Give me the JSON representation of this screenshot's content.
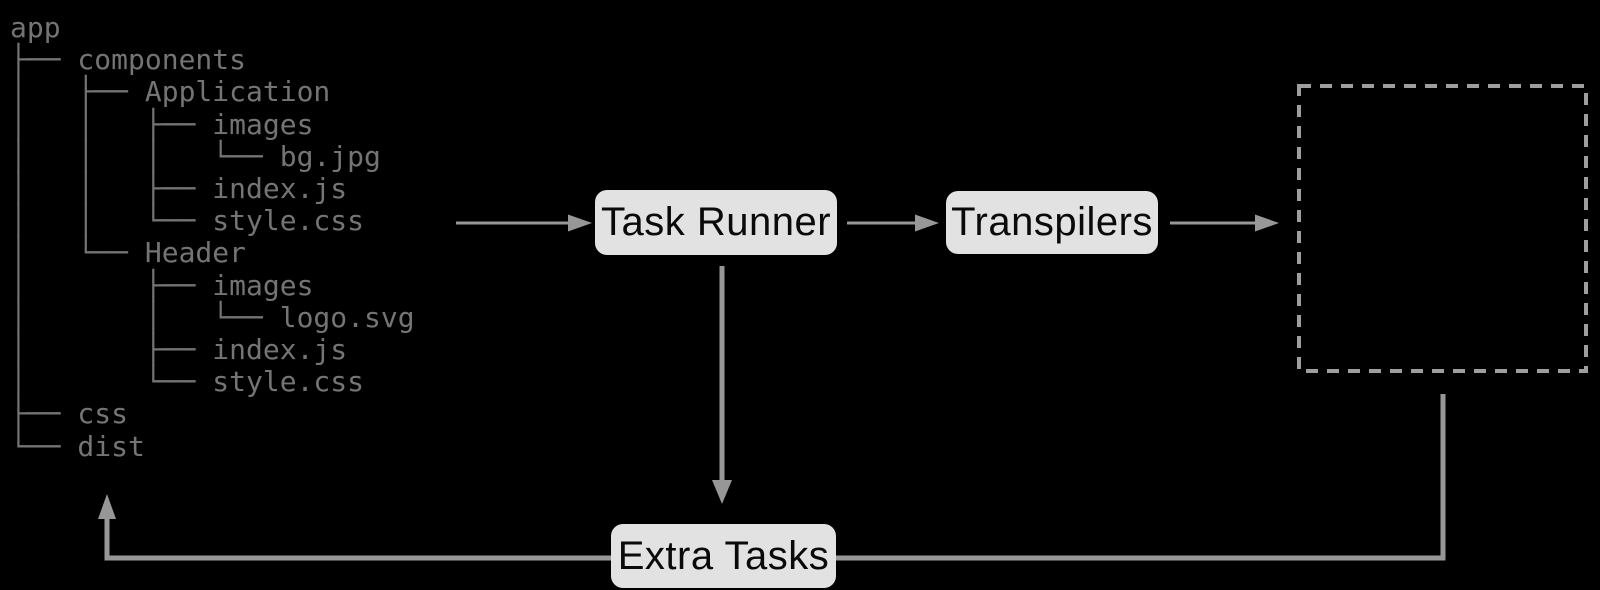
{
  "colors": {
    "background": "#000000",
    "tree_text": "#747474",
    "flow_line": "#979797",
    "dashed_border": "#9e9e9e",
    "node_fill": "#e2e2e2",
    "node_text": "#0a0a0a"
  },
  "tree": {
    "lines": [
      "app",
      "├── components",
      "│   ├── Application",
      "│   │   ├── images",
      "│   │   │   └── bg.jpg",
      "│   │   ├── index.js",
      "│   │   └── style.css",
      "│   └── Header",
      "│       ├── images",
      "│       │   └── logo.svg",
      "│       ├── index.js",
      "│       └── style.css",
      "├── css",
      "└── dist"
    ]
  },
  "nodes": {
    "task_runner": {
      "label": "Task Runner"
    },
    "transpilers": {
      "label": "Transpilers"
    },
    "extra_tasks": {
      "label": "Extra Tasks"
    }
  }
}
